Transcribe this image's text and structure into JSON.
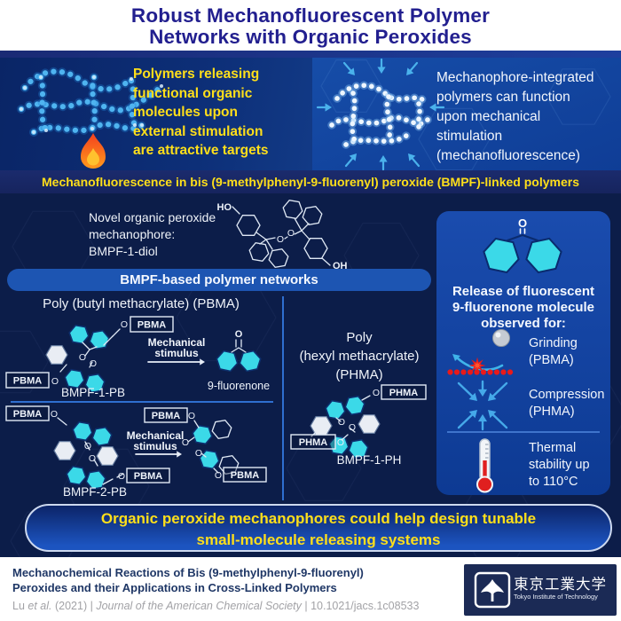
{
  "colors": {
    "accent_yellow": "#ffdf1a",
    "title_blue": "#221f8f",
    "cyan_ring": "#3bd9e8",
    "navy_bg": "#0c1d49",
    "panel_blue": "#1a4cae"
  },
  "header": {
    "title_line1": "Robust Mechanofluorescent Polymer",
    "title_line2": "Networks with Organic Peroxides"
  },
  "intro": {
    "left_lines": [
      "Polymers releasing",
      "functional organic",
      "molecules upon",
      "external stimulation",
      "are attractive targets"
    ],
    "right_lines": [
      "Mechanophore-integrated",
      "polymers can function",
      "upon mechanical",
      "stimulation",
      "(mechanofluorescence)"
    ]
  },
  "headline": "Mechanofluorescence in bis (9-methylphenyl-9-fluorenyl) peroxide (BMPF)-linked polymers",
  "mechanophore": {
    "lines": [
      "Novel organic peroxide",
      "mechanophore:",
      "BMPF-1-diol"
    ]
  },
  "banner_pill": "BMPF-based polymer networks",
  "chem": {
    "ho": "HO",
    "oh": "OH",
    "o": "O",
    "pbma": "PBMA",
    "phma": "PHMA"
  },
  "pbma_section": {
    "header": "Poly (butyl methacrylate) (PBMA)",
    "mol1_label": "BMPF-1-PB",
    "mol2_label": "BMPF-2-PB",
    "product_label": "9-fluorenone",
    "stimulus_line1": "Mechanical",
    "stimulus_line2": "stimulus"
  },
  "phma_section": {
    "header_lines": [
      "Poly",
      "(hexyl methacrylate)",
      "(PHMA)"
    ],
    "mol_label": "BMPF-1-PH"
  },
  "release_panel": {
    "heading_lines": [
      "Release of fluorescent",
      "9-fluorenone molecule",
      "observed for:"
    ],
    "items": [
      {
        "icon": "grinding-icon",
        "lines": [
          "Grinding",
          "(PBMA)"
        ]
      },
      {
        "icon": "compression-icon",
        "lines": [
          "Compression",
          "(PHMA)"
        ]
      },
      {
        "icon": "thermometer-icon",
        "lines": [
          "Thermal",
          "stability up",
          "to 110°C"
        ]
      }
    ]
  },
  "conclusion_lines": [
    "Organic peroxide mechanophores could help design tunable",
    "small-molecule releasing systems"
  ],
  "footer": {
    "paper_title_lines": [
      "Mechanochemical Reactions of Bis (9-methylphenyl-9-fluorenyl)",
      "Peroxides and their Applications in Cross-Linked Polymers"
    ],
    "citation_parts": [
      "Lu ",
      "et al.",
      " (2021) | ",
      "Journal of the American Chemical Society",
      " | 10.1021/jacs.1c08533"
    ],
    "logo_jp": "東京工業大学",
    "logo_en": "Tokyo Institute of Technology"
  }
}
